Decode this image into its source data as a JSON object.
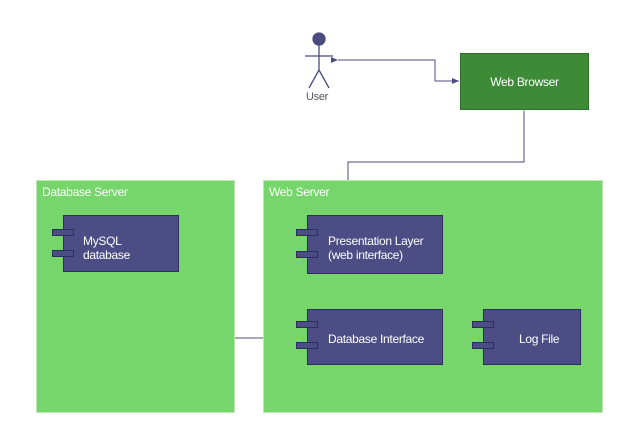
{
  "actor": {
    "label": "User",
    "icon": "stick-figure-icon"
  },
  "web_browser": {
    "label": "Web Browser",
    "color": "#3d8b37"
  },
  "database_server": {
    "title": "Database Server",
    "components": [
      {
        "label_line1": "MySQL",
        "label_line2": "database"
      }
    ]
  },
  "web_server": {
    "title": "Web Server",
    "components": [
      {
        "label_line1": "Presentation Layer",
        "label_line2": "(web interface)"
      },
      {
        "label_line1": "Database Interface"
      },
      {
        "label_line1": "Log File"
      }
    ]
  },
  "colors": {
    "server_fill": "#76d56b",
    "component_fill": "#4d4d85",
    "connector": "#4b4b80"
  }
}
